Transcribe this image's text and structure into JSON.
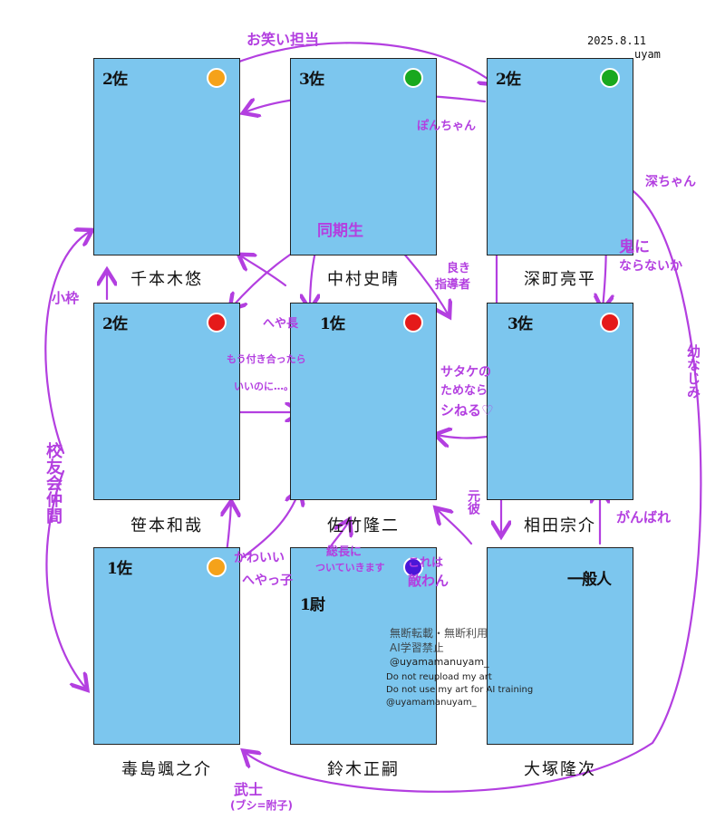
{
  "date": "2025.8.11",
  "artist_sign": "uyam",
  "colors": {
    "card_bg": "#7cc6ee",
    "annotation": "#b33fe0",
    "orange": "#f5a21a",
    "green": "#19a81e",
    "red": "#e51a1a",
    "purple": "#4a16d8"
  },
  "cards": [
    {
      "name": "千本木悠",
      "rank": "2佐",
      "dot": "orange"
    },
    {
      "name": "中村史晴",
      "rank": "3佐",
      "dot": "green"
    },
    {
      "name": "深町亮平",
      "rank": "2佐",
      "dot": "green"
    },
    {
      "name": "笹本和哉",
      "rank": "2佐",
      "dot": "red"
    },
    {
      "name": "佐竹隆二",
      "rank": "1佐",
      "dot": "red"
    },
    {
      "name": "相田宗介",
      "rank": "3佐",
      "dot": "red"
    },
    {
      "name": "毒島颯之介",
      "rank": "1佐",
      "dot": "orange"
    },
    {
      "name": "鈴木正嗣",
      "rank": "1尉",
      "dot": "purple"
    },
    {
      "name": "大塚隆次",
      "rank": "一般人",
      "dot": ""
    }
  ],
  "notes": {
    "owarai": "お笑い担当",
    "ponchan": "ぽんちゃん",
    "fukachan": "深ちゃん",
    "douki": "同期生",
    "yoki1": "良き",
    "yoki2": "指導者",
    "oni1": "鬼に",
    "oni2": "ならないか",
    "kotsu": "小枠",
    "heyachou": "へや長",
    "mou1": "もう付き合ったら",
    "mou2": "いいのに…。",
    "satake1": "サタケの",
    "satake2": "ためなら",
    "satake3": "シねる♡",
    "osananajimi": "幼なじみ",
    "kouyuukai": "校友会仲間",
    "moto": "元彼",
    "ganbare": "がんばれ",
    "kawaii": "かわいい",
    "heyakko": "へやっ子",
    "shocho1": "総長に",
    "shocho2": "ついていきます",
    "kore1": "これは",
    "kore2": "敵わん",
    "bushi": "武士",
    "bushi_sub": "(ブシ=附子)"
  },
  "watermark": {
    "jp1": "無断転載・無断利用",
    "jp2": "AI学習禁止",
    "handle": "@uyamamanuyam_",
    "en1": "Do not reupload my art",
    "en2": "Do not use my art for AI training",
    "handle2": "@uyamamanuyam_"
  }
}
